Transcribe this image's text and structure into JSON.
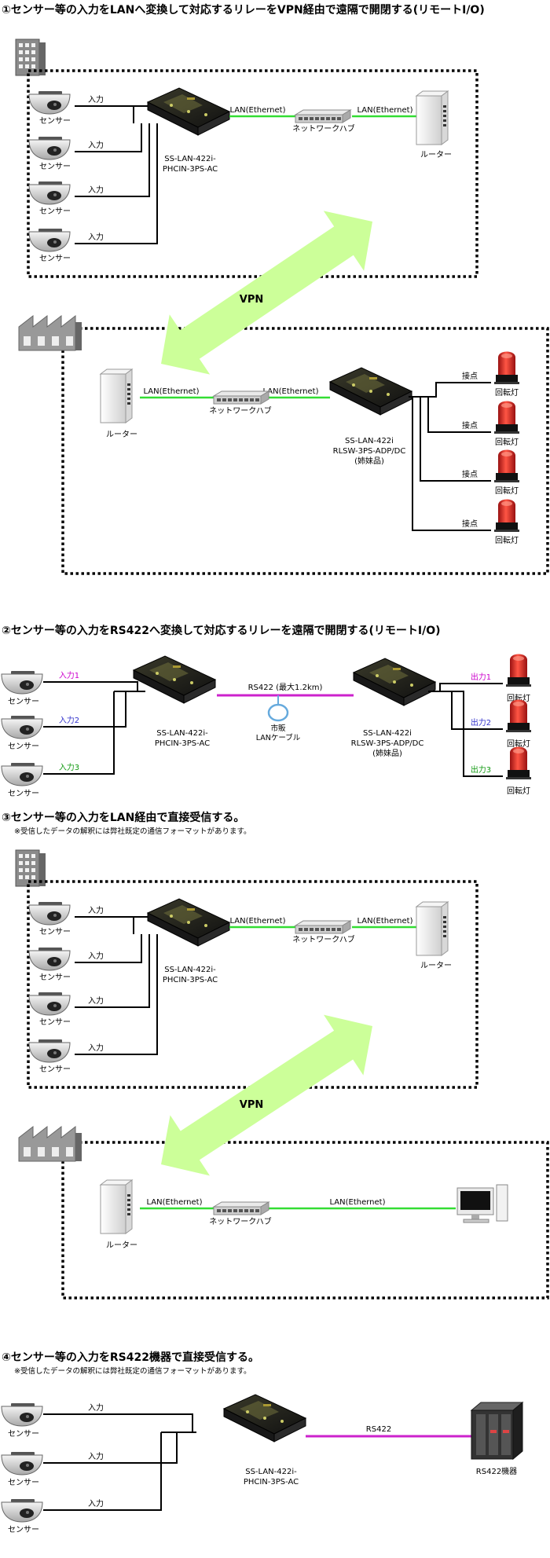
{
  "colors": {
    "lan_line": "#33dd33",
    "rs422_line": "#cc22cc",
    "vpn_arrow": "#ccff99",
    "wire": "#000000",
    "input1": "#cc00cc",
    "input2": "#3333cc",
    "input3": "#119911",
    "output1": "#cc00cc",
    "output2": "#3333cc",
    "output3": "#119911",
    "beacon_red": "#dd1111"
  },
  "icons": [
    "building-icon",
    "factory-icon",
    "dome-camera-icon",
    "converter-box-icon",
    "network-hub-icon",
    "router-icon",
    "rotating-beacon-icon",
    "lan-cable-icon",
    "pc-monitor-icon",
    "rs422-device-icon"
  ],
  "labels": {
    "sensor": "センサー",
    "input": "入力",
    "contact": "接点",
    "lamp": "回転灯",
    "lan": "LAN(Ethernet)",
    "hub": "ネットワークハブ",
    "router": "ルーター",
    "vpn": "VPN",
    "phcin_1": "SS-LAN-422i-",
    "phcin_2": "PHCIN-3PS-AC",
    "rlsw_1": "SS-LAN-422i",
    "rlsw_2": "RLSW-3PS-ADP/DC",
    "rlsw_3": "(姉妹品)"
  },
  "sections": {
    "s1": {
      "title": "①センサー等の入力をLANへ変換して対応するリレーをVPN経由で遠隔で開閉する(リモートI/O)"
    },
    "s2": {
      "title": "②センサー等の入力をRS422へ変換して対応するリレーを遠隔で開閉する(リモートI/O)",
      "link_label": "RS422 (最大1.2km)",
      "cable_1": "市販",
      "cable_2": "LANケーブル",
      "inputs": [
        "入力1",
        "入力2",
        "入力3"
      ],
      "outputs": [
        "出力1",
        "出力2",
        "出力3"
      ]
    },
    "s3": {
      "title": "③センサー等の入力をLAN経由で直接受信する。",
      "note": "※受信したデータの解釈には弊社既定の通信フォーマットがあります。"
    },
    "s4": {
      "title": "④センサー等の入力をRS422機器で直接受信する。",
      "note": "※受信したデータの解釈には弊社既定の通信フォーマットがあります。",
      "link_label": "RS422",
      "device": "RS422機器"
    }
  }
}
